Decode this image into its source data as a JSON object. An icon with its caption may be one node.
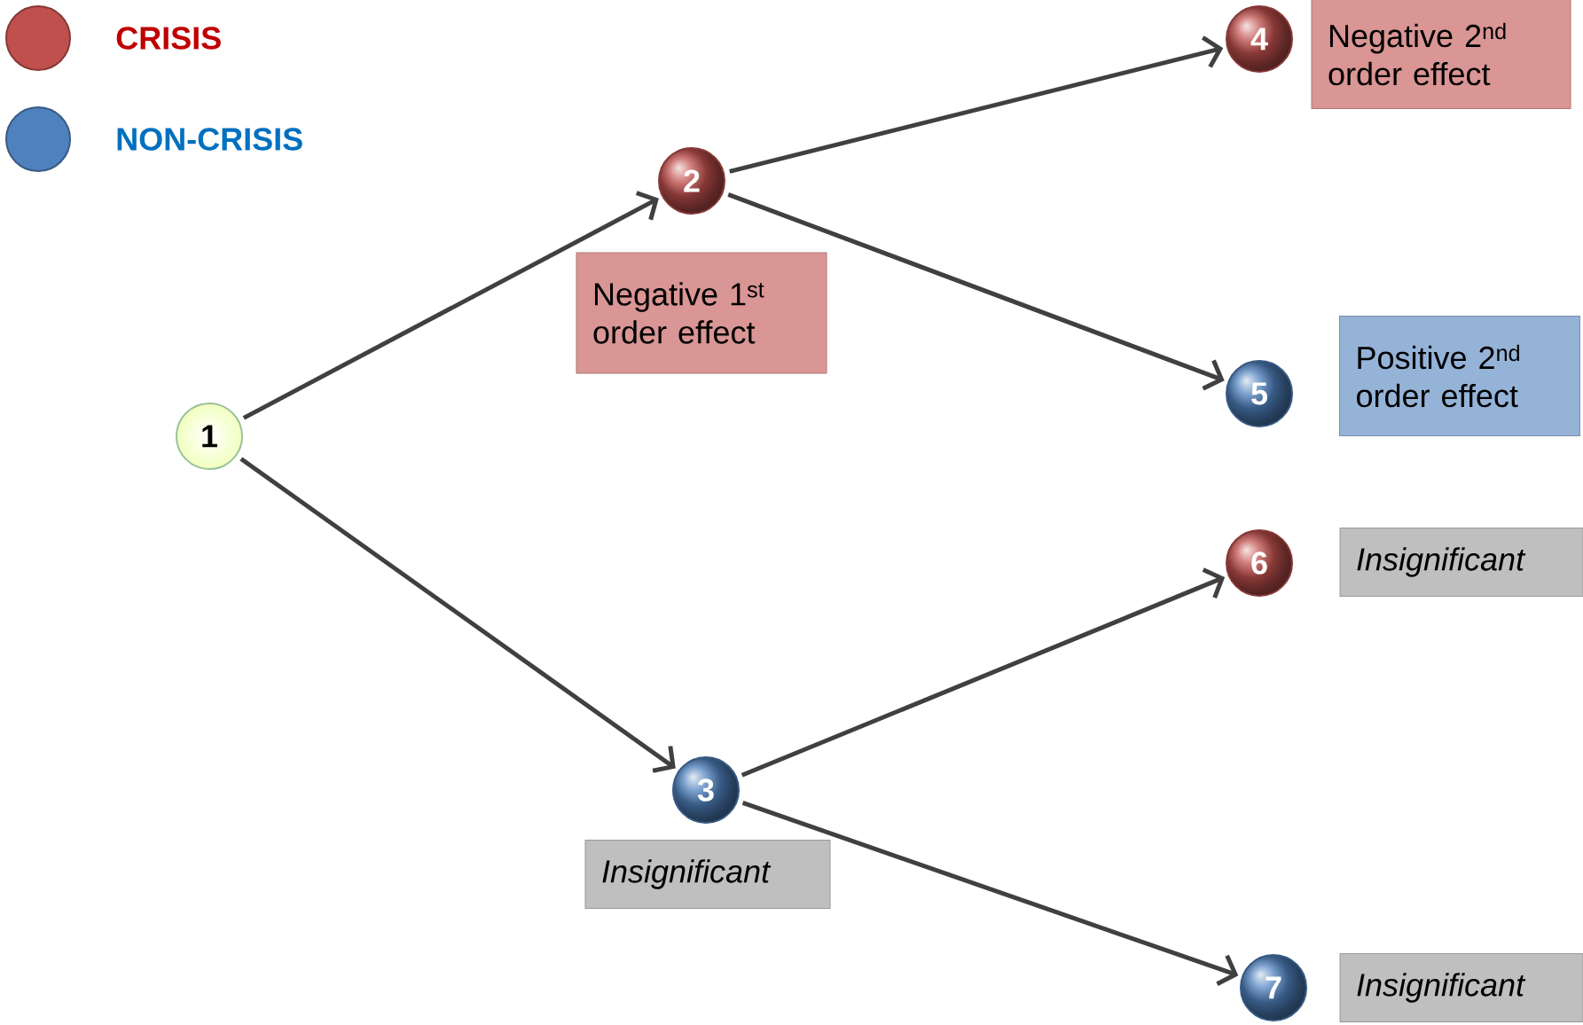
{
  "diagram": {
    "nodes": [
      {
        "text": [
          "1"
        ]
      },
      {
        "text": [
          "2"
        ]
      },
      {
        "text": [
          "3"
        ]
      },
      {
        "text": [
          "4"
        ]
      },
      {
        "text": [
          "5"
        ]
      },
      {
        "text": [
          "6"
        ]
      },
      {
        "text": [
          "7"
        ]
      },
      {
        "text": [
          "Negative 1$^{st}$ order effect"
        ]
      },
      {
        "text": [
          "Insignificant"
        ]
      },
      {
        "text": [
          "Negative 2$^{nd}$ order effect"
        ]
      },
      {
        "text": [
          "Positive 2$^{nd}$ order effect"
        ]
      },
      {
        "text": [
          "Insignificant"
        ]
      },
      {
        "text": [
          "Insignificant"
        ]
      }
    ],
    "edges": [
      {
        "from": 0,
        "to": 1,
        "arrow": "to"
      },
      {
        "from": 0,
        "to": 2,
        "arrow": "to"
      },
      {
        "from": 1,
        "to": 3,
        "arrow": "to"
      },
      {
        "from": 1,
        "to": 4,
        "arrow": "to"
      },
      {
        "from": 2,
        "to": 5,
        "arrow": "to"
      },
      {
        "from": 2,
        "to": 6,
        "arrow": "to"
      }
    ],
    "legend": [
      {
        "text": "CRISIS",
        "color": "#c0504d"
      },
      {
        "text": "NON-CRISIS",
        "color": "#4f81bd"
      }
    ]
  }
}
